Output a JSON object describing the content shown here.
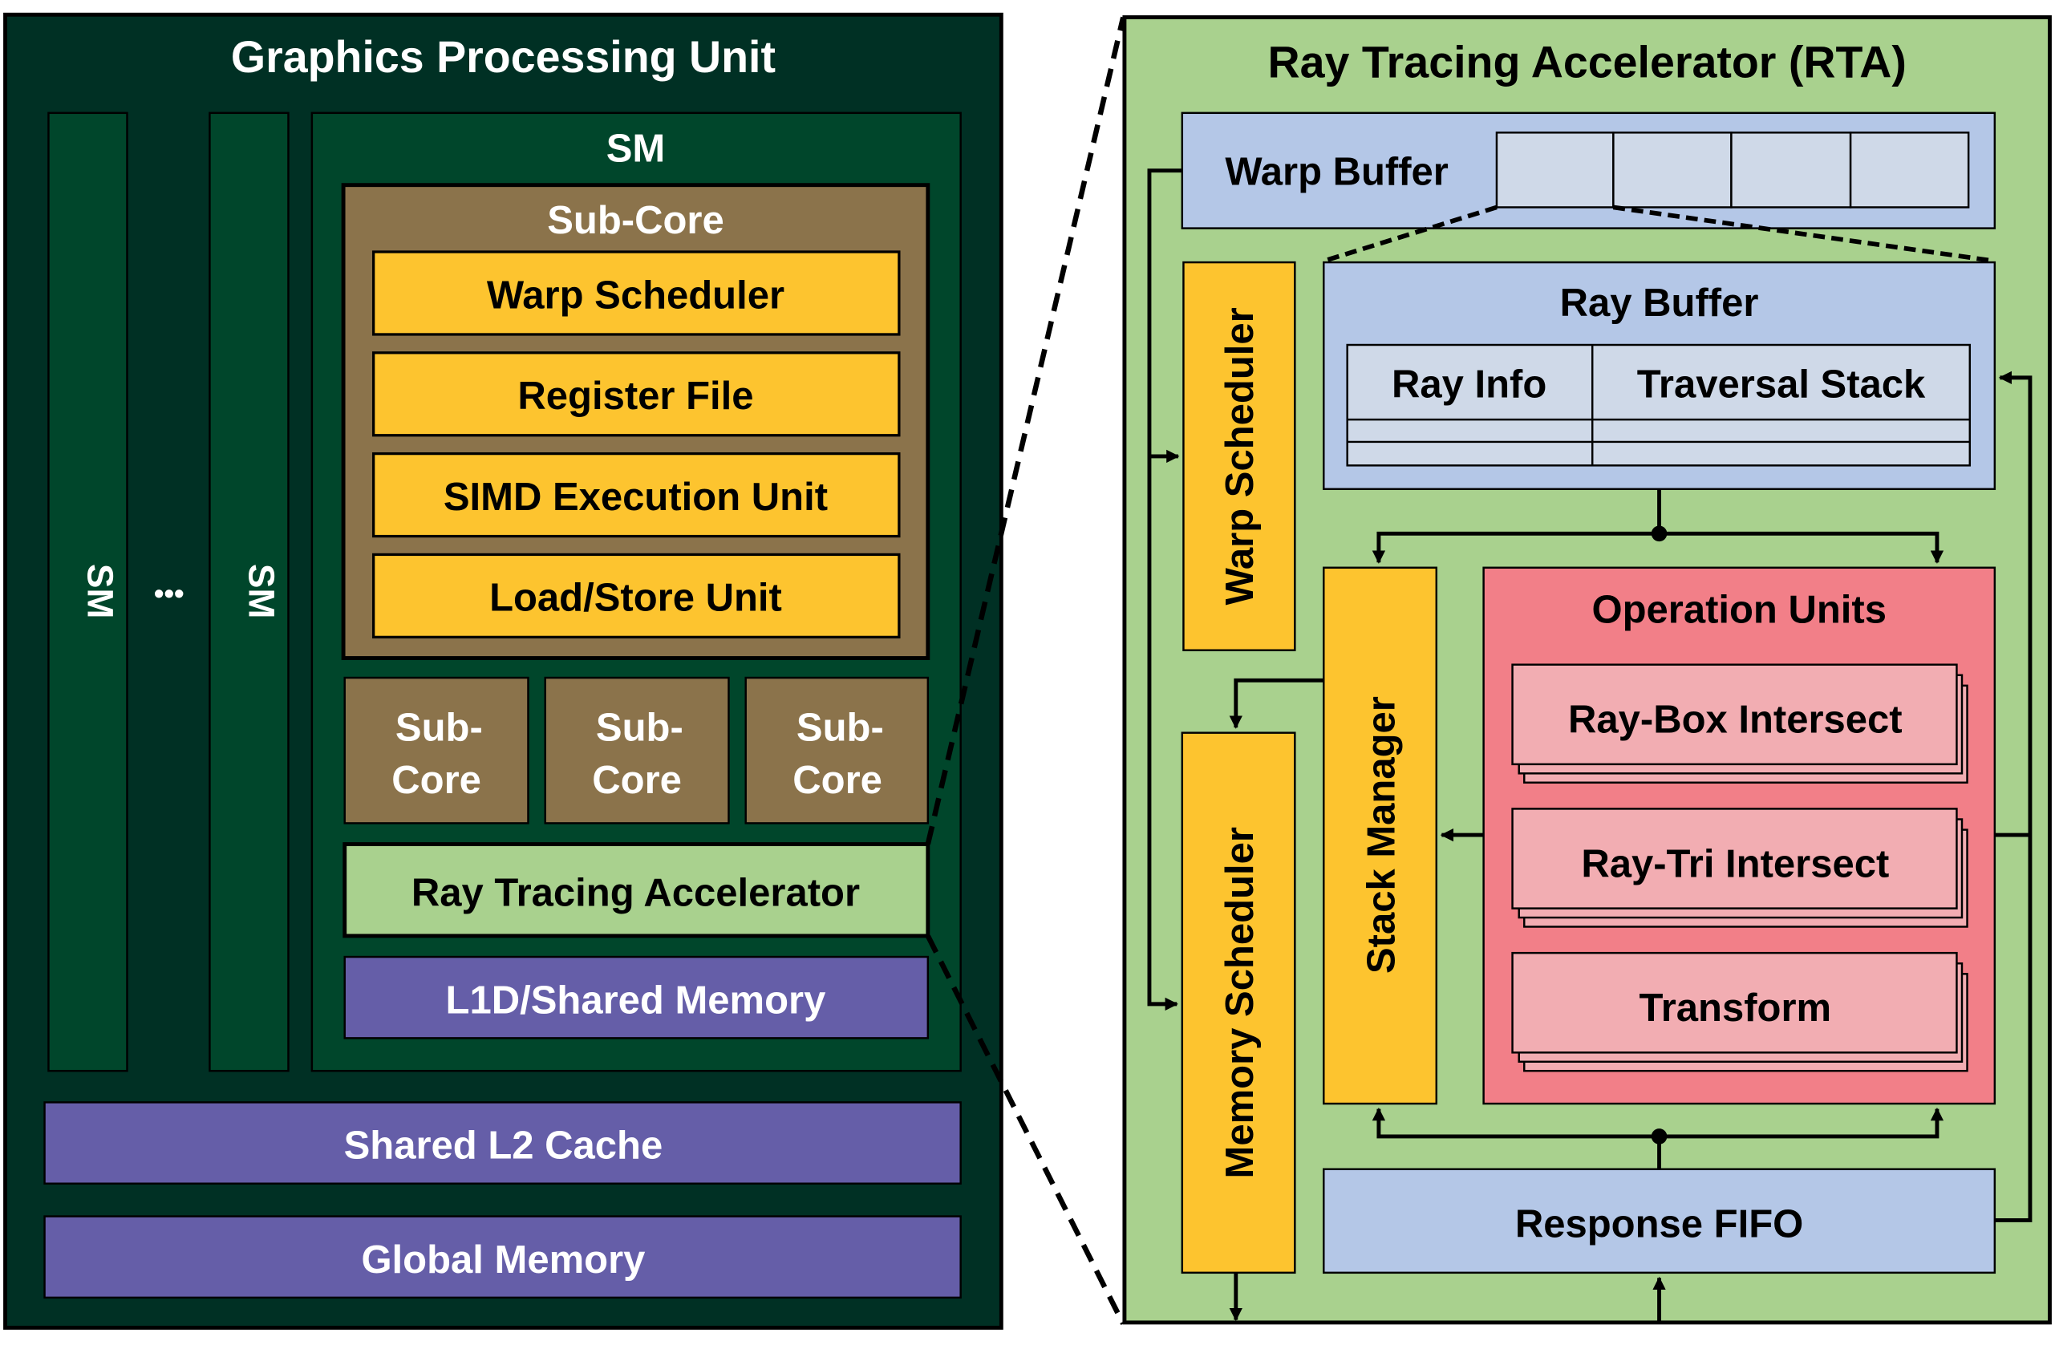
{
  "colors": {
    "gpu_bg": "#003024",
    "sm_bg": "#00462b",
    "subcore_bg": "#8b734b",
    "unit_yellow": "#fdc42f",
    "rta_green": "#a9d18e",
    "memory_purple": "#655ea8",
    "buffer_blue": "#b4c7e7",
    "cell_blue": "#cfd9e8",
    "opunits_red": "#f27f88",
    "opunit_pink": "#f2adb2"
  },
  "gpu": {
    "title": "Graphics Processing Unit",
    "sm_column_label_1": "SM",
    "sm_ellipsis": "•••",
    "sm_column_label_2": "SM",
    "sm": {
      "title": "SM",
      "subcore": {
        "title": "Sub-Core",
        "units": [
          "Warp Scheduler",
          "Register File",
          "SIMD Execution Unit",
          "Load/Store Unit"
        ]
      },
      "small_subcores": [
        {
          "line1": "Sub-",
          "line2": "Core"
        },
        {
          "line1": "Sub-",
          "line2": "Core"
        },
        {
          "line1": "Sub-",
          "line2": "Core"
        }
      ],
      "rta_label": "Ray Tracing Accelerator",
      "l1_label": "L1D/Shared Memory"
    },
    "l2_label": "Shared L2 Cache",
    "global_memory_label": "Global Memory"
  },
  "rta": {
    "title": "Ray Tracing Accelerator (RTA)",
    "warp_buffer": {
      "label": "Warp Buffer",
      "slots": 4
    },
    "warp_scheduler_label": "Warp Scheduler",
    "ray_buffer": {
      "title": "Ray Buffer",
      "columns": [
        "Ray Info",
        "Traversal Stack"
      ],
      "empty_rows": 2
    },
    "stack_manager_label": "Stack Manager",
    "memory_scheduler_label": "Memory Scheduler",
    "operation_units": {
      "title": "Operation Units",
      "units": [
        "Ray-Box Intersect",
        "Ray-Tri Intersect",
        "Transform"
      ]
    },
    "response_fifo_label": "Response FIFO"
  }
}
